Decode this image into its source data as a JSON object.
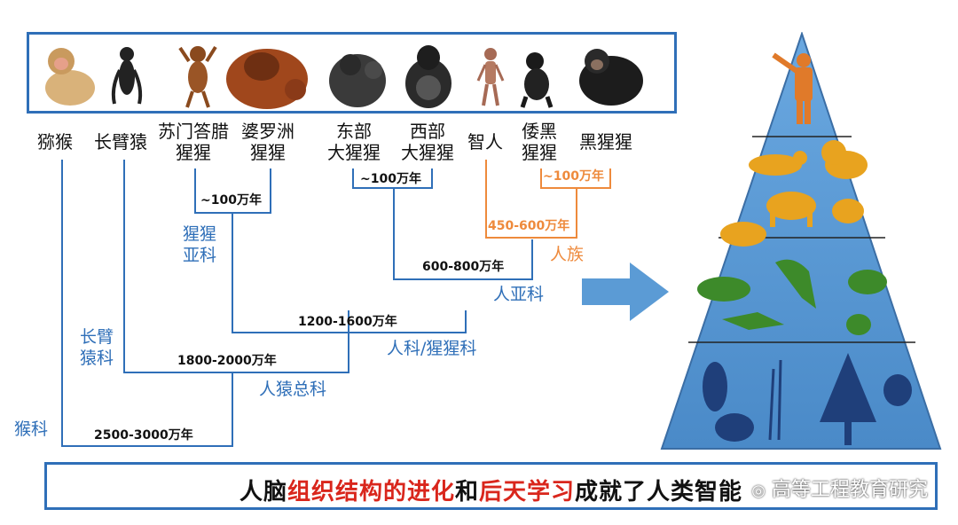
{
  "species": [
    {
      "id": "macaque",
      "line1": "猕猴",
      "line2": ""
    },
    {
      "id": "gibbon",
      "line1": "长臂猿",
      "line2": ""
    },
    {
      "id": "sumatran",
      "line1": "苏门答腊",
      "line2": "猩猩"
    },
    {
      "id": "bornean",
      "line1": "婆罗洲",
      "line2": "猩猩"
    },
    {
      "id": "eastern-gorilla",
      "line1": "东部",
      "line2": "大猩猩"
    },
    {
      "id": "western-gorilla",
      "line1": "西部",
      "line2": "大猩猩"
    },
    {
      "id": "human",
      "line1": "智人",
      "line2": ""
    },
    {
      "id": "bonobo",
      "line1": "倭黑",
      "line2": "猩猩"
    },
    {
      "id": "chimp",
      "line1": "黑猩猩",
      "line2": ""
    }
  ],
  "times": {
    "orangutan_split": "~100万年",
    "gorilla_split": "~100万年",
    "pan_split": "~100万年",
    "hominini": "450-600万年",
    "homininae": "600-800万年",
    "hominidae": "1200-1600万年",
    "hominoidea": "1800-2000万年",
    "catarrhini": "2500-3000万年"
  },
  "families": {
    "ponginae_1": "猩猩",
    "ponginae_2": "亚科",
    "hominini": "人族",
    "homininae": "人亚科",
    "hominidae": "人科/猩猩科",
    "hylobatidae_1": "长臂",
    "hylobatidae_2": "猿科",
    "hominoidea": "人猿总科",
    "cercopithecidae": "猴科"
  },
  "banner": {
    "part1": "人脑",
    "part2": "组织结构的进化",
    "part3": "和",
    "part4": "后天学习",
    "part5": "成就了人类智能"
  },
  "watermark": "高等工程教育研究",
  "colors": {
    "blue": "#2f6fb8",
    "orange": "#ee8a3c",
    "red": "#d9261c",
    "pyramid_fill": "#5b9bd5",
    "human_figure": "#e07a2a",
    "mammals": "#e8a31f",
    "animals": "#3d8a2a",
    "plants": "#1f3f7a"
  }
}
